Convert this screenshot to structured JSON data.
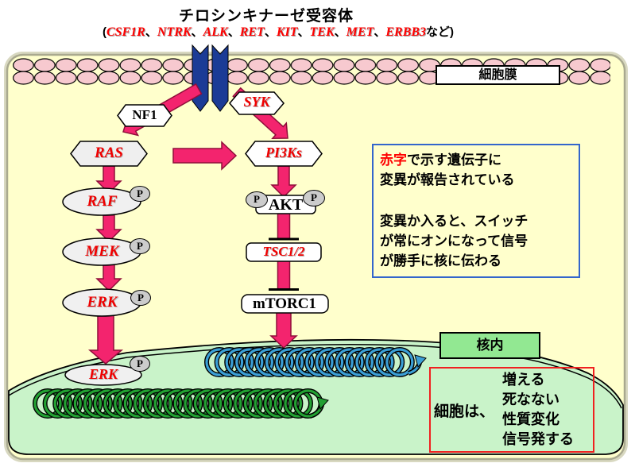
{
  "title": {
    "main": "チロシンキナーゼ受容体",
    "paren_open": "(",
    "genes": [
      "CSF1R",
      "NTRK",
      "ALK",
      "RET",
      "KIT",
      "TEK",
      "MET",
      "ERBB3"
    ],
    "sep": "、",
    "suffix": "など)"
  },
  "membrane": {
    "label": "細胞膜"
  },
  "nodes": {
    "nf1": "NF1",
    "syk": "SYK",
    "ras": "RAS",
    "raf": "RAF",
    "mek": "MEK",
    "erk": "ERK",
    "erk_nucleus": "ERK",
    "pi3ks": "PI3Ks",
    "akt": "AKT",
    "tsc12": "TSC1/2",
    "mtorc1": "mTORC1",
    "phospho": "P"
  },
  "info_box": {
    "line1_red": "赤字",
    "line1_rest": "で示す遺伝子に",
    "line2": "変異が報告されている",
    "line3": "変異か入ると、スイッチ",
    "line4": "が常にオンになって信号",
    "line5": "が勝手に核に伝わる"
  },
  "nucleus": {
    "label": "核内"
  },
  "result_box": {
    "lead": "細胞は、",
    "items": [
      "増える",
      "死なない",
      "性質変化",
      "信号発する"
    ]
  },
  "colors": {
    "arrow_pink": "#f3246e",
    "arrow_border": "#8f0f3a",
    "gene_red": "#ff0000",
    "receptor_navy": "#1b3b96",
    "membrane_pink": "#f7c9cf",
    "cell_yellow": "#ffffcc",
    "nucleus_green": "#c9f3c9",
    "nucleus_label_green": "#92e892",
    "info_border_blue": "#3366cc",
    "result_border_red": "#f02020",
    "coil_green": "#22a032",
    "coil_blue": "#3b9fd6"
  }
}
